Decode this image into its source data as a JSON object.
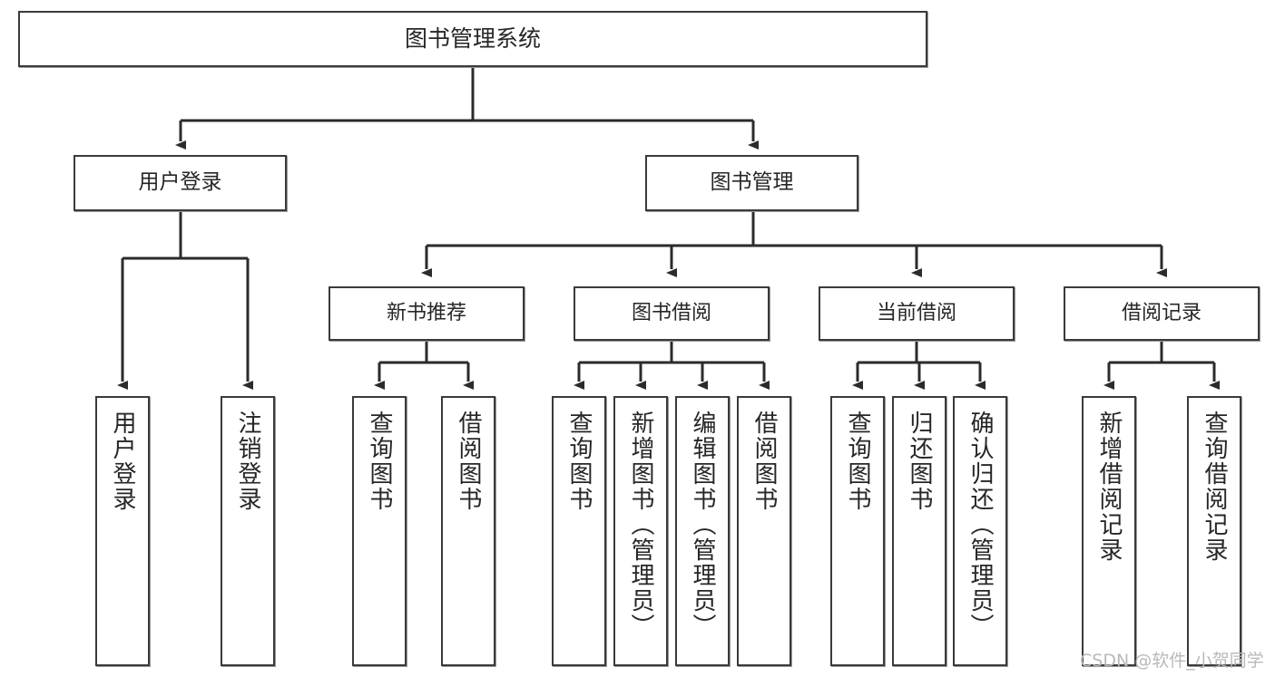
{
  "diagram": {
    "title": "图书管理系统",
    "type": "tree-hierarchy",
    "watermark": "CSDN @软件_小贺同学",
    "colors": {
      "box_border": "#3a3a3a",
      "box_fill": "#ffffff",
      "connector": "#2b2b2b",
      "text": "#262626",
      "watermark": "#b9b9b9",
      "canvas": "#ffffff"
    },
    "root": {
      "label": "图书管理系统"
    },
    "level1": [
      {
        "label": "用户登录"
      },
      {
        "label": "图书管理"
      }
    ],
    "level2": [
      {
        "label": "新书推荐"
      },
      {
        "label": "图书借阅"
      },
      {
        "label": "当前借阅"
      },
      {
        "label": "借阅记录"
      }
    ],
    "leaves": {
      "user_login": [
        {
          "label": "用户登录"
        },
        {
          "label": "注销登录"
        }
      ],
      "new_book_recommend": [
        {
          "label": "查询图书"
        },
        {
          "label": "借阅图书"
        }
      ],
      "book_borrow": [
        {
          "label": "查询图书"
        },
        {
          "label": "新增图书（管理员）"
        },
        {
          "label": "编辑图书（管理员）"
        },
        {
          "label": "借阅图书"
        }
      ],
      "current_borrow": [
        {
          "label": "查询图书"
        },
        {
          "label": "归还图书"
        },
        {
          "label": "确认归还（管理员）"
        }
      ],
      "borrow_record": [
        {
          "label": "新增借阅记录"
        },
        {
          "label": "查询借阅记录"
        }
      ]
    }
  }
}
